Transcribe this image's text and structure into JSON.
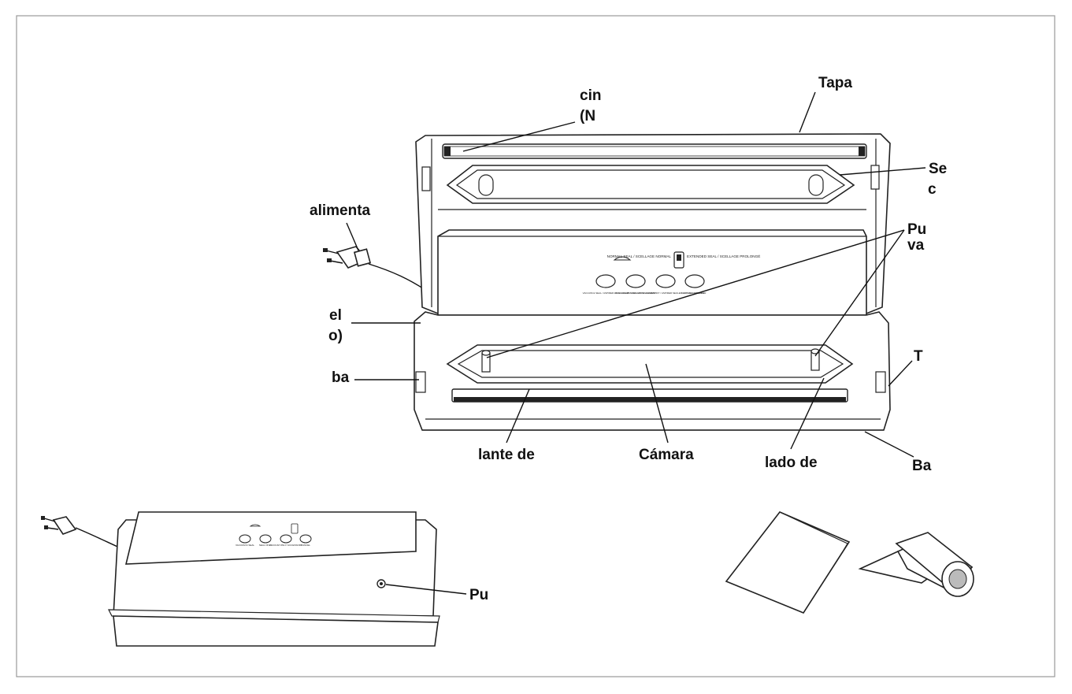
{
  "labels": {
    "cin": "cin",
    "n": "(N",
    "tapa": "Tapa",
    "se": "Se",
    "c": "c",
    "alimenta": "alimenta",
    "pu_top": "Pu",
    "va": "va",
    "el": "el",
    "o": "o)",
    "ba_left": "ba",
    "t": "T",
    "lante_de": "lante de",
    "camara": "Cámara",
    "lado_de": "lado de",
    "ba_right": "Ba",
    "pu_bottom": "Pu"
  },
  "panel": {
    "switch_left": "NORMAL SEAL / SCELLAGE NORMAL",
    "switch_right": "EXTENDED SEAL / SCELLAGE PROLONGÉ",
    "btn1": "VACUUM & SEAL / ASPIRER ET SCELLER",
    "btn2": "SEAL ONLY / SCELLER SEULEMENT",
    "btn3": "VACUUM ONLY/ ACCESSORY / ASPIRER SEULEMENT / ACCESSOIRE",
    "btn4": "CANCEL / ANNULER"
  },
  "small_panel": {
    "btn1": "VACUUM & SEAL",
    "btn2": "SEAL ONLY",
    "btn3": "VACUUM ONLY/ ACCESSORY",
    "btn4": "CANCEL"
  }
}
